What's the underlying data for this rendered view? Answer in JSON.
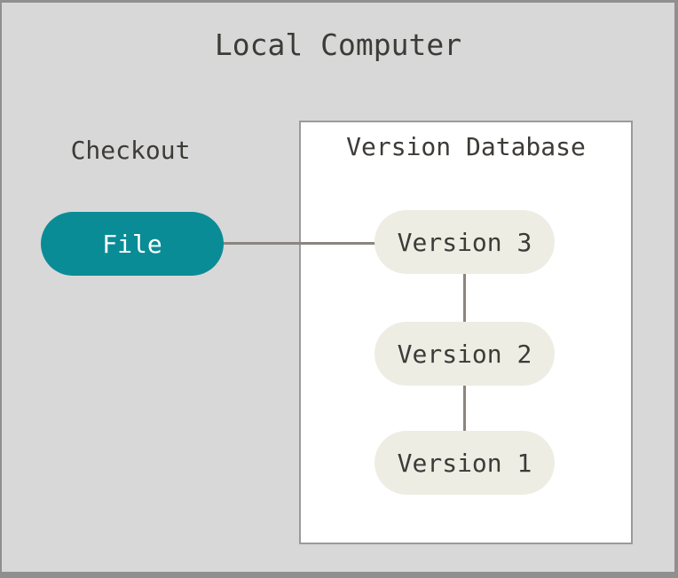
{
  "window": {
    "title": "Local Computer"
  },
  "checkout": {
    "label": "Checkout",
    "file_node": "File"
  },
  "version_database": {
    "title": "Version Database",
    "versions": [
      "Version 3",
      "Version 2",
      "Version 1"
    ]
  },
  "colors": {
    "background": "#d8d8d8",
    "window_border": "#8f8f8f",
    "teal": "#0a8c96",
    "cream": "#edede4",
    "connector": "#8a867e",
    "box_border": "#9a9a9a",
    "box_bg": "#ffffff",
    "text_dark": "#3d3b37",
    "text_light": "#ffffff"
  }
}
